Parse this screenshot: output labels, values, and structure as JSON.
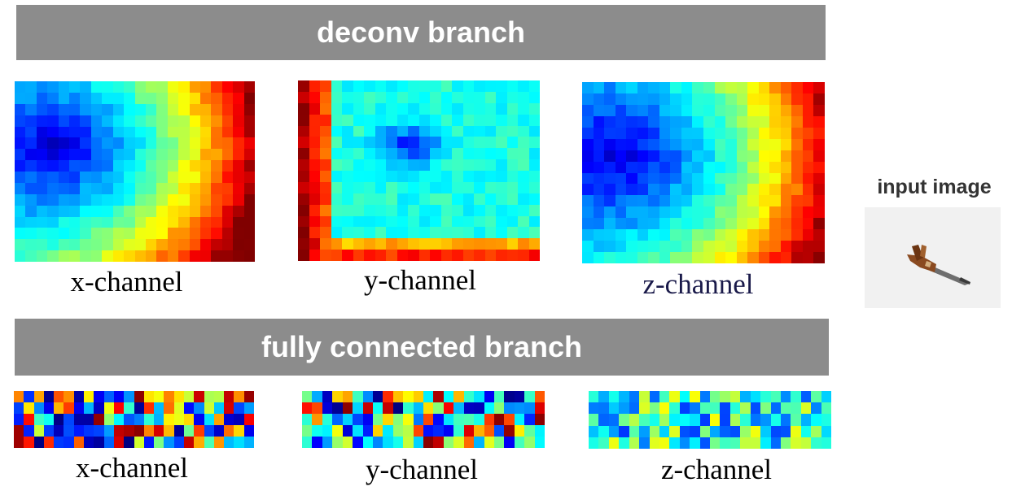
{
  "banners": {
    "deconv": "deconv branch",
    "fully_connected": "fully connected branch"
  },
  "deconv_branch": {
    "x_channel": {
      "caption": "x-channel",
      "grid": [
        22,
        16
      ],
      "pattern": "blue-top-left-to-red-bottom-right"
    },
    "y_channel": {
      "caption": "y-channel",
      "grid": [
        22,
        16
      ],
      "pattern": "red-left-edge-blue-center-cyan"
    },
    "z_channel": {
      "caption": "z-channel",
      "grid": [
        22,
        16
      ],
      "pattern": "blue-left-to-red-bottom-right"
    }
  },
  "fully_connected_branch": {
    "x_channel": {
      "caption": "x-channel",
      "grid": [
        24,
        5
      ],
      "pattern": "random-full-range"
    },
    "y_channel": {
      "caption": "y-channel",
      "grid": [
        24,
        5
      ],
      "pattern": "random-full-range"
    },
    "z_channel": {
      "caption": "z-channel",
      "grid": [
        24,
        5
      ],
      "pattern": "random-mostly-cyan"
    }
  },
  "input_image": {
    "label": "input image",
    "icon": "object-render-icon"
  },
  "colors": {
    "banner_bg": "#8c8c8c",
    "banner_text": "#ffffff",
    "colormap": "jet"
  }
}
